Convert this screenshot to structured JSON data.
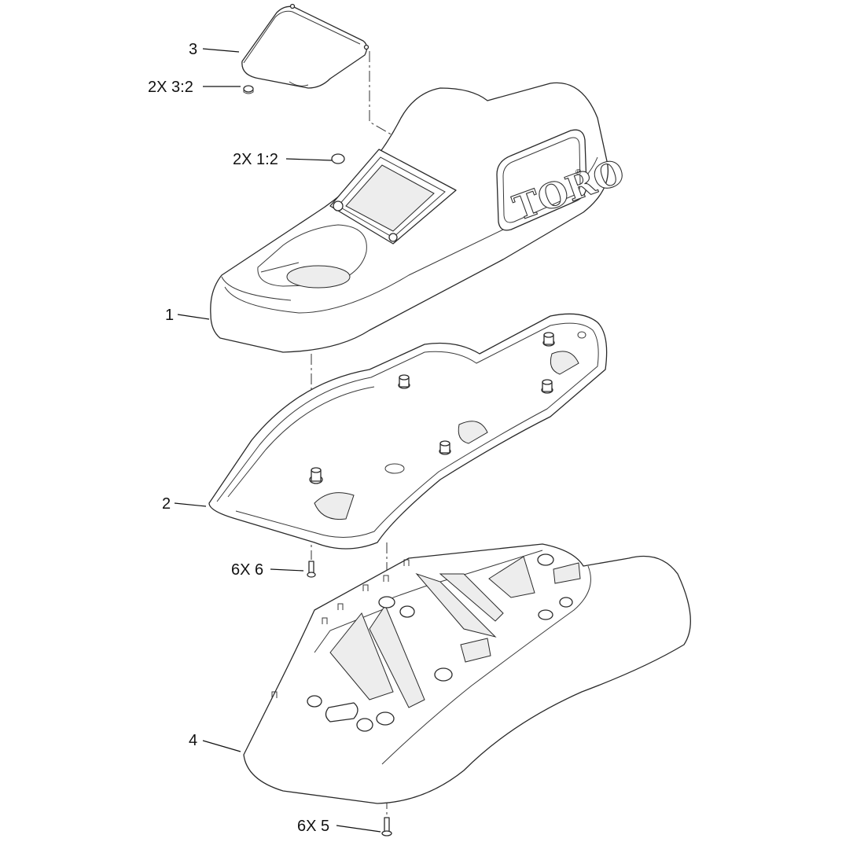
{
  "callouts": {
    "part3": "3",
    "part3_2": "2X 3:2",
    "part1_2": "2X 1:2",
    "part1": "1",
    "part2": "2",
    "part6": "6X 6",
    "part4": "4",
    "part5": "6X 5"
  },
  "logo_text": "TORO",
  "logo_mark": "®"
}
